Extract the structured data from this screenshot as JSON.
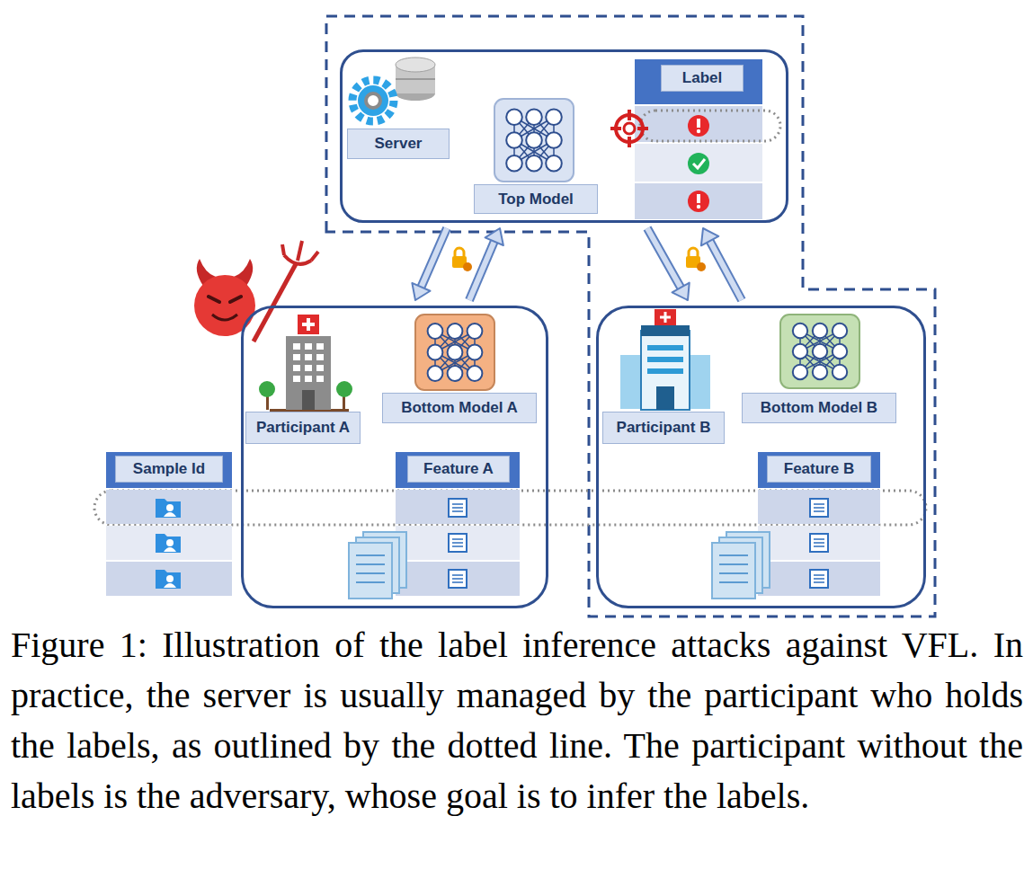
{
  "diagram": {
    "caption": "Figure 1: Illustration of the label inference attacks against VFL. In practice, the server is usually managed by the participant who holds the labels, as outlined by the dotted line. The participant without the labels is the adversary, whose goal is to infer the labels.",
    "nodes": [
      {
        "text": []
      },
      {
        "text": [
          "Server"
        ],
        "in": 0
      },
      {
        "text": [
          "Top Model"
        ],
        "in": 0
      },
      {
        "text": [
          "Label"
        ],
        "in": 0
      },
      {
        "text": []
      },
      {
        "text": [
          "Participant A"
        ],
        "in": 4
      },
      {
        "text": [
          "Bottom Model A"
        ],
        "in": 4
      },
      {
        "text": [
          "Feature A"
        ],
        "in": 4
      },
      {
        "text": []
      },
      {
        "text": [
          "Participant B"
        ],
        "in": 8
      },
      {
        "text": [
          "Bottom Model B"
        ],
        "in": 8
      },
      {
        "text": [
          "Feature B"
        ],
        "in": 8
      },
      {
        "text": [
          "Sample Id"
        ]
      }
    ],
    "edges": [
      {
        "from": 0,
        "to": 4,
        "arrow": "to"
      },
      {
        "from": 4,
        "to": 0,
        "arrow": "to"
      },
      {
        "from": 0,
        "to": 8,
        "arrow": "to"
      },
      {
        "from": 8,
        "to": 0,
        "arrow": "to"
      }
    ]
  }
}
